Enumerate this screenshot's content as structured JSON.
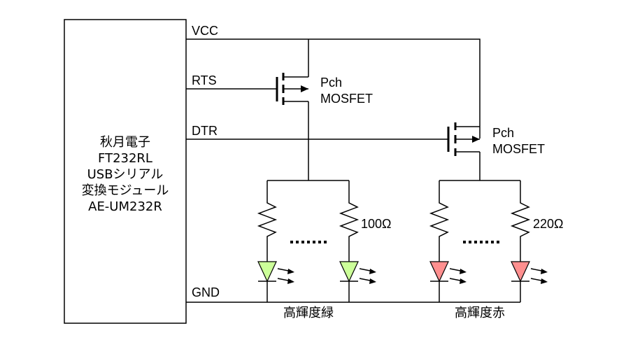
{
  "module": {
    "lines": [
      "秋月電子",
      "FT232RL",
      "USBシリアル",
      "変換モジュール",
      "AE-UM232R"
    ]
  },
  "signals": {
    "vcc": "VCC",
    "rts": "RTS",
    "dtr": "DTR",
    "gnd": "GND"
  },
  "mosfet_left": {
    "line1": "Pch",
    "line2": "MOSFET"
  },
  "mosfet_right": {
    "line1": "Pch",
    "line2": "MOSFET"
  },
  "resistor_left_value": "100Ω",
  "resistor_right_value": "220Ω",
  "ellipsis": ".....",
  "led_groups": {
    "green_label": "高輝度緑",
    "red_label": "高輝度赤"
  },
  "colors": {
    "led_green": "#ccff99",
    "led_red": "#ff8f8f"
  }
}
